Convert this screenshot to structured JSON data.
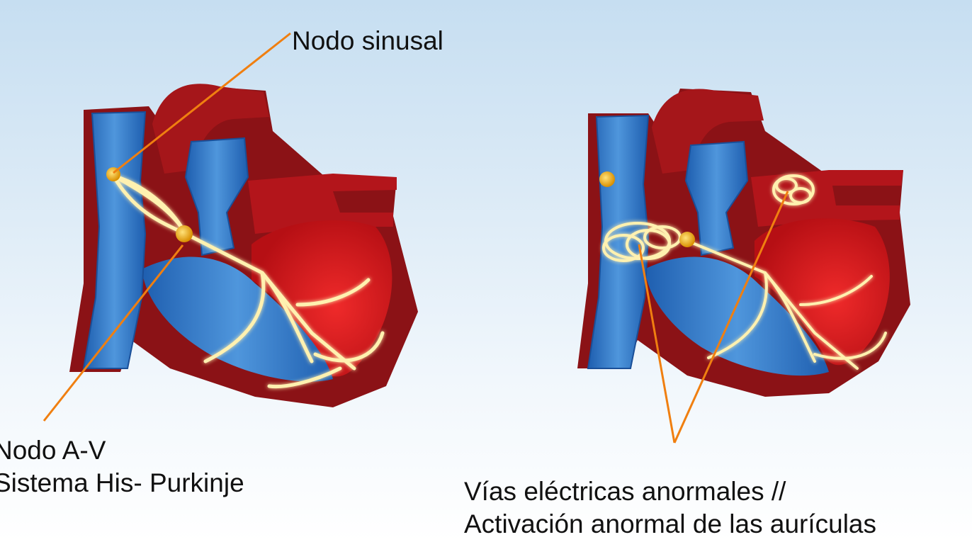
{
  "labels": {
    "sinus_node": "Nodo sinusal",
    "av_node": "Nodo A-V",
    "his_purkinje": "Sistema His- Purkinje",
    "abnormal_pathways": "Vías eléctricas anormales //",
    "abnormal_activation": "Activación anormal de las aurículas"
  },
  "colors": {
    "myocardium": "#8e1418",
    "chamber_red": "#d8141a",
    "vessel_blue": "#2f73c4",
    "conduction": "#ffe79a",
    "leader_line": "#f07f10"
  }
}
